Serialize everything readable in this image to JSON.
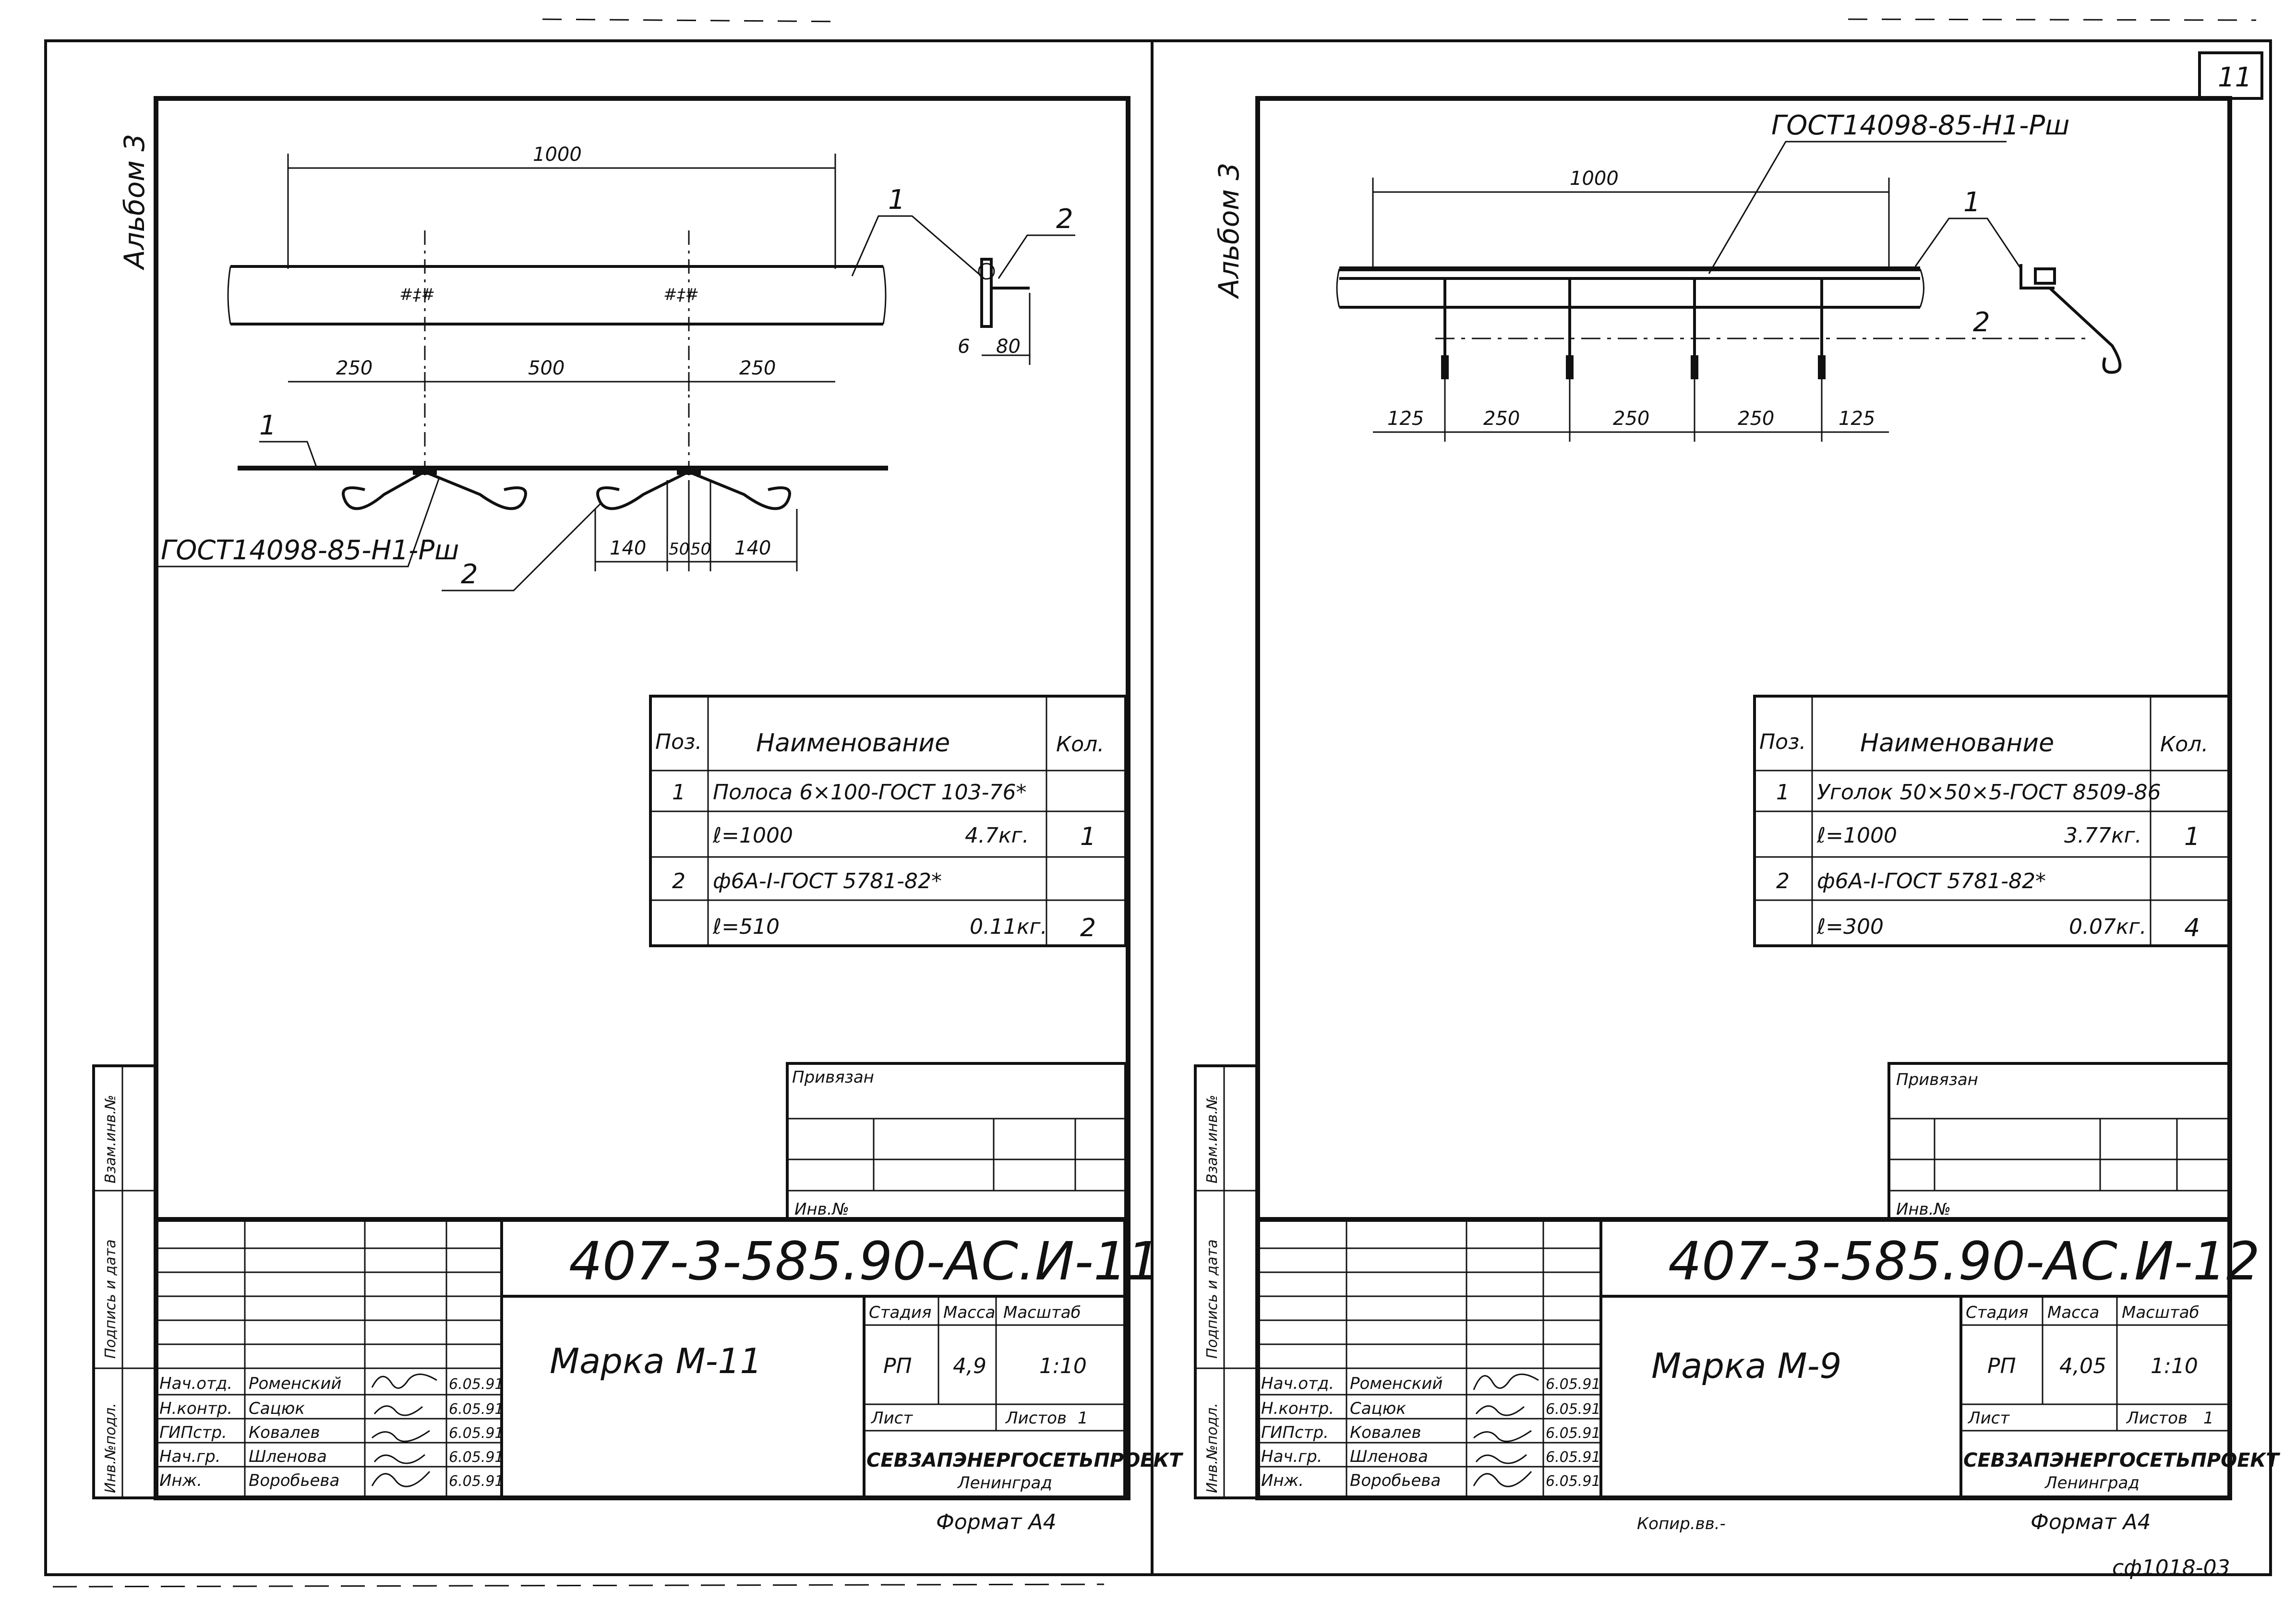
{
  "page_number": "11",
  "bottom_code": "сф1018-03",
  "copy_note": "Копир.вв.-",
  "sheets": [
    {
      "album": "Альбом 3",
      "drawing": {
        "overall_length": "1000",
        "dims": [
          "250",
          "500",
          "250"
        ],
        "detail_dims": [
          "6",
          "80"
        ],
        "lower_dims": [
          "140",
          "50",
          "50",
          "140"
        ],
        "callouts": [
          "1",
          "2",
          "1",
          "2"
        ],
        "weld_note": "ГОСТ14098-85-Н1-Рш"
      },
      "spec": {
        "headers": {
          "pos": "Поз.",
          "name": "Наименование",
          "qty": "Кол."
        },
        "rows": [
          {
            "pos": "1",
            "name": "Полоса 6×100-ГОСТ 103-76*",
            "mass": "",
            "qty": ""
          },
          {
            "pos": "",
            "name": "ℓ=1000",
            "mass": "4.7кг.",
            "qty": "1"
          },
          {
            "pos": "2",
            "name": "ф6А-I-ГОСТ 5781-82*",
            "mass": "",
            "qty": ""
          },
          {
            "pos": "",
            "name": "ℓ=510",
            "mass": "0.11кг.",
            "qty": "2"
          }
        ]
      },
      "stamp": {
        "privyazan": "Привязан",
        "inv": "Инв.№",
        "code": "407-3-585.90-АС.И-11",
        "title": "Марка М-11",
        "stage_label": "Стадия",
        "mass_label": "Масса",
        "scale_label": "Масштаб",
        "stage": "РП",
        "mass": "4,9",
        "scale": "1:10",
        "sheet_label": "Лист",
        "sheets_label": "Листов",
        "sheets_count": "1",
        "org": "СЕВЗАПЭНЕРГОСЕТЬПРОЕКТ",
        "city": "Ленинград",
        "signers": [
          {
            "role": "Нач.отд.",
            "name": "Роменский",
            "date": "6.05.91"
          },
          {
            "role": "Н.контр.",
            "name": "Сацюк",
            "date": "6.05.91"
          },
          {
            "role": "ГИПстр.",
            "name": "Ковалев",
            "date": "6.05.91"
          },
          {
            "role": "Нач.гр.",
            "name": "Шленова",
            "date": "6.05.91"
          },
          {
            "role": "Инж.",
            "name": "Воробьева",
            "date": "6.05.91"
          }
        ]
      },
      "side_labels": [
        "Взам.инв.№",
        "Подпись и дата",
        "Инв.№подл."
      ],
      "format": "Формат А4"
    },
    {
      "album": "Альбом 3",
      "drawing": {
        "overall_length": "1000",
        "dims": [
          "125",
          "250",
          "250",
          "250",
          "125"
        ],
        "callouts": [
          "1",
          "2"
        ],
        "weld_note": "ГОСТ14098-85-Н1-Рш"
      },
      "spec": {
        "headers": {
          "pos": "Поз.",
          "name": "Наименование",
          "qty": "Кол."
        },
        "rows": [
          {
            "pos": "1",
            "name": "Уголок 50×50×5-ГОСТ 8509-86",
            "mass": "",
            "qty": ""
          },
          {
            "pos": "",
            "name": "ℓ=1000",
            "mass": "3.77кг.",
            "qty": "1"
          },
          {
            "pos": "2",
            "name": "ф6А-I-ГОСТ 5781-82*",
            "mass": "",
            "qty": ""
          },
          {
            "pos": "",
            "name": "ℓ=300",
            "mass": "0.07кг.",
            "qty": "4"
          }
        ]
      },
      "stamp": {
        "privyazan": "Привязан",
        "inv": "Инв.№",
        "code": "407-3-585.90-АС.И-12",
        "title": "Марка М-9",
        "stage_label": "Стадия",
        "mass_label": "Масса",
        "scale_label": "Масштаб",
        "stage": "РП",
        "mass": "4,05",
        "scale": "1:10",
        "sheet_label": "Лист",
        "sheets_label": "Листов",
        "sheets_count": "1",
        "org": "СЕВЗАПЭНЕРГОСЕТЬПРОЕКТ",
        "city": "Ленинград",
        "signers": [
          {
            "role": "Нач.отд.",
            "name": "Роменский",
            "date": "6.05.91"
          },
          {
            "role": "Н.контр.",
            "name": "Сацюк",
            "date": "6.05.91"
          },
          {
            "role": "ГИПстр.",
            "name": "Ковалев",
            "date": "6.05.91"
          },
          {
            "role": "Нач.гр.",
            "name": "Шленова",
            "date": "6.05.91"
          },
          {
            "role": "Инж.",
            "name": "Воробьева",
            "date": "6.05.91"
          }
        ]
      },
      "side_labels": [
        "Взам.инв.№",
        "Подпись и дата",
        "Инв.№подл."
      ],
      "format": "Формат А4"
    }
  ]
}
